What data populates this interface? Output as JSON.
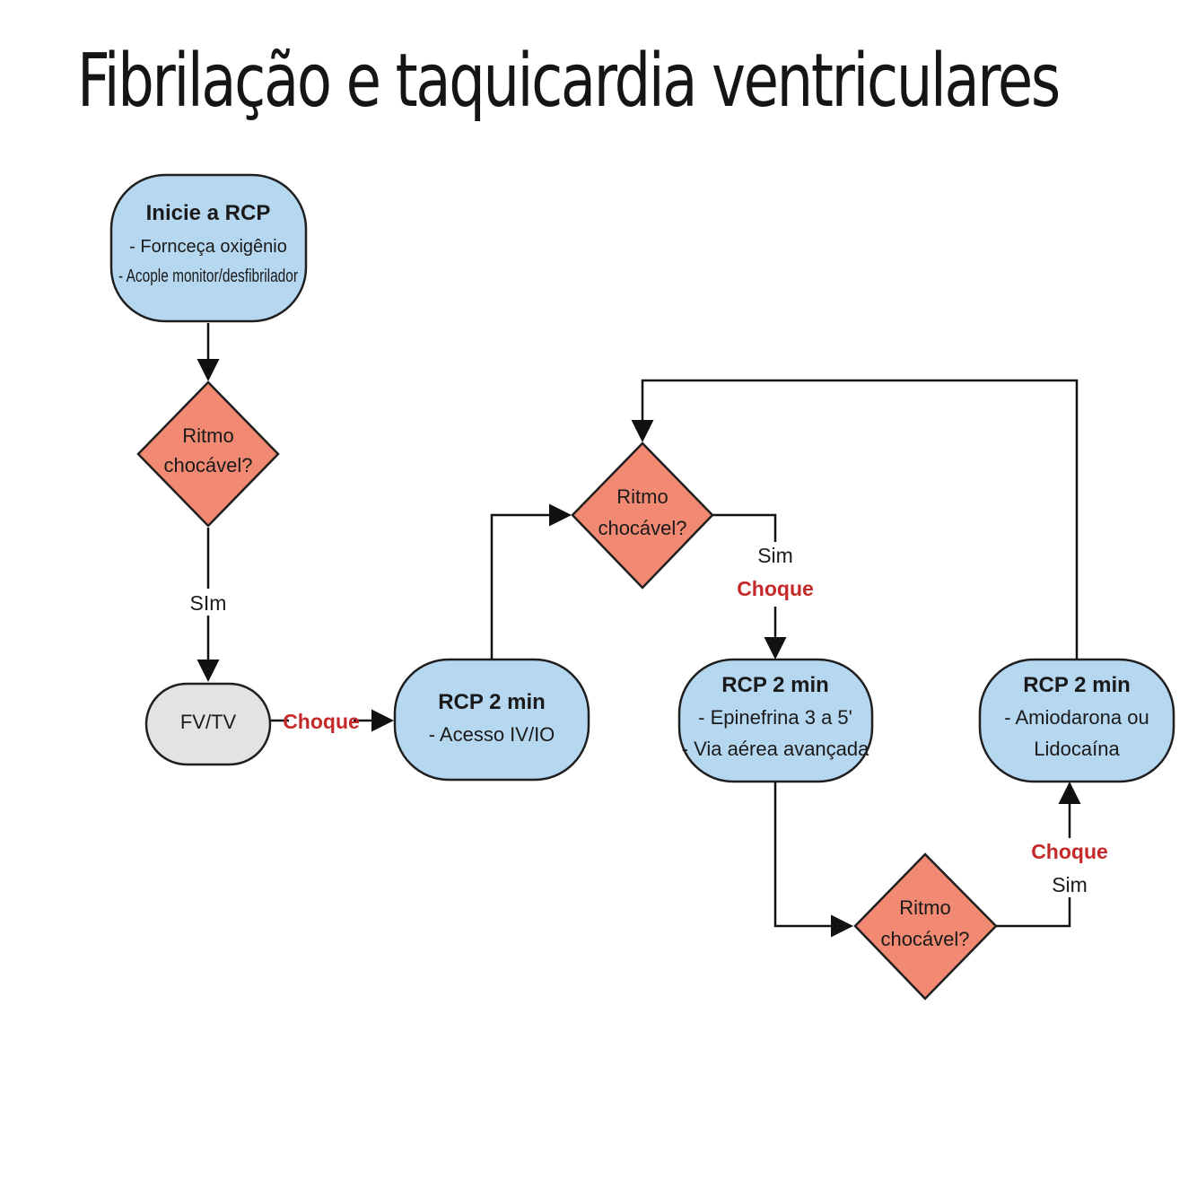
{
  "title": "Fibrilação e taquicardia ventriculares",
  "nodes": {
    "start": {
      "heading": "Inicie a RCP",
      "lines": [
        "- Fornceça oxigênio",
        "- Acople monitor/desfibrilador"
      ]
    },
    "decision1": {
      "lines": [
        "Ritmo",
        "chocável?"
      ]
    },
    "fvtv": {
      "label": "FV/TV"
    },
    "rcp1": {
      "heading": "RCP 2 min",
      "lines": [
        "- Acesso IV/IO"
      ]
    },
    "decision2": {
      "lines": [
        "Ritmo",
        "chocável?"
      ]
    },
    "rcp2": {
      "heading": "RCP 2 min",
      "lines": [
        "- Epinefrina 3 a 5'",
        "-  Via aérea avançada"
      ]
    },
    "decision3": {
      "lines": [
        "Ritmo",
        "chocável?"
      ]
    },
    "rcp3": {
      "heading": "RCP 2 min",
      "lines": [
        "- Amiodarona ou",
        "Lidocaína"
      ]
    }
  },
  "edge_labels": {
    "d1_yes": "SIm",
    "fvtv_shock": "Choque",
    "d2_yes": "Sim",
    "d2_shock": "Choque",
    "d3_shock": "Choque",
    "d3_yes": "Sim"
  },
  "colors": {
    "action_fill": "#b6d7f0",
    "decision_fill": "#f28a73",
    "rhythm_fill": "#e3e3e3",
    "shock_text": "#c42a2a"
  }
}
